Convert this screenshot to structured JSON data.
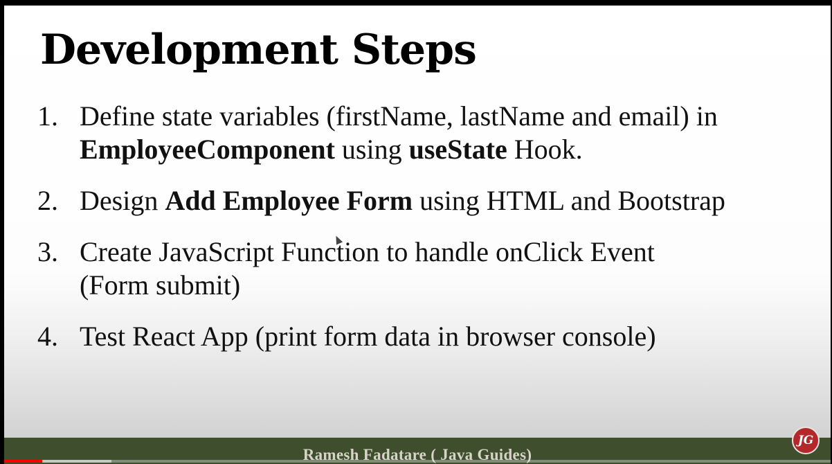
{
  "slide": {
    "title": "Development Steps",
    "steps": [
      {
        "number": "1.",
        "line1": [
          {
            "text": "Define state variables (firstName, lastName and email) in",
            "bold": false
          }
        ],
        "line2": [
          {
            "text": "EmployeeComponent",
            "bold": true
          },
          {
            "text": " using ",
            "bold": false
          },
          {
            "text": "useState",
            "bold": true
          },
          {
            "text": " Hook.",
            "bold": false
          }
        ]
      },
      {
        "number": "2.",
        "line1": [
          {
            "text": "Design ",
            "bold": false
          },
          {
            "text": "Add Employee Form",
            "bold": true
          },
          {
            "text": " using HTML and Bootstrap",
            "bold": false
          }
        ]
      },
      {
        "number": "3.",
        "line1": [
          {
            "text": "Create JavaScript Function to handle onClick Event",
            "bold": false
          }
        ],
        "line2": [
          {
            "text": "(Form submit)",
            "bold": false
          }
        ]
      },
      {
        "number": "4.",
        "line1": [
          {
            "text": "Test React App (print form data in browser console)",
            "bold": false
          }
        ]
      }
    ]
  },
  "footer": {
    "text": "Ramesh Fadatare ( Java Guides)"
  },
  "logo": {
    "text": "JG",
    "color": "#b3292b"
  },
  "video": {
    "progress_played_fraction": 0.046,
    "progress_buffered_fraction": 0.13,
    "progress_color": "#ff0000"
  }
}
